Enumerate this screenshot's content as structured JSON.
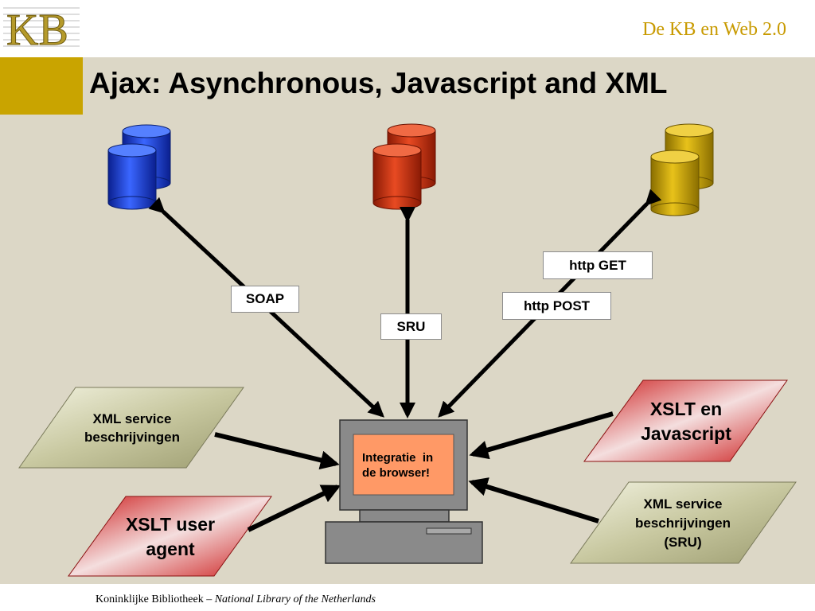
{
  "header": {
    "logo_text": "KB",
    "title": "De KB en Web 2.0"
  },
  "slide": {
    "title": "Ajax: Asynchronous, Javascript and XML"
  },
  "protocols": {
    "soap": "SOAP",
    "sru": "SRU",
    "http_post": "http POST",
    "http_get": "http GET"
  },
  "inputs": {
    "xml_service_left": [
      "XML service",
      "beschrijvingen"
    ],
    "xslt_user_agent": [
      "XSLT user",
      "agent"
    ],
    "xslt_javascript": [
      "XSLT en",
      "Javascript"
    ],
    "xml_service_sru": [
      "XML service",
      "beschrijvingen",
      "(SRU)"
    ]
  },
  "computer": {
    "screen_text": [
      "Integratie  in",
      "de browser!"
    ]
  },
  "footer": {
    "org": "Koninklijke Bibliotheek – ",
    "org_en": "National Library of the Netherlands"
  },
  "colors": {
    "gold": "#c9a400",
    "background": "#dcd7c6",
    "blue_db": "#1a3fcf",
    "red_db": "#cc3311",
    "gold_db": "#d4ad00",
    "olive_shape": "#b4b48c",
    "red_shape": "#cc2222",
    "screen": "#ff9966"
  }
}
